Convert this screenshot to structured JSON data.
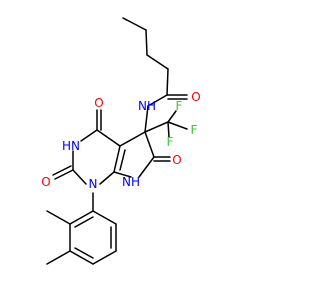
{
  "molecule": {
    "colors": {
      "bond": "#000000",
      "O": "#ff0000",
      "N": "#0000ff",
      "F": "#33cc33",
      "background": "#ffffff"
    },
    "labels": {
      "o_amide": "O",
      "nh_amide": "NH",
      "f1": "F",
      "f2": "F",
      "f3": "F",
      "o_c4": "O",
      "hn_ring": "HN",
      "o_c2": "O",
      "n1": "N",
      "nh_lactam": "NH",
      "o_lactam": "O"
    }
  }
}
